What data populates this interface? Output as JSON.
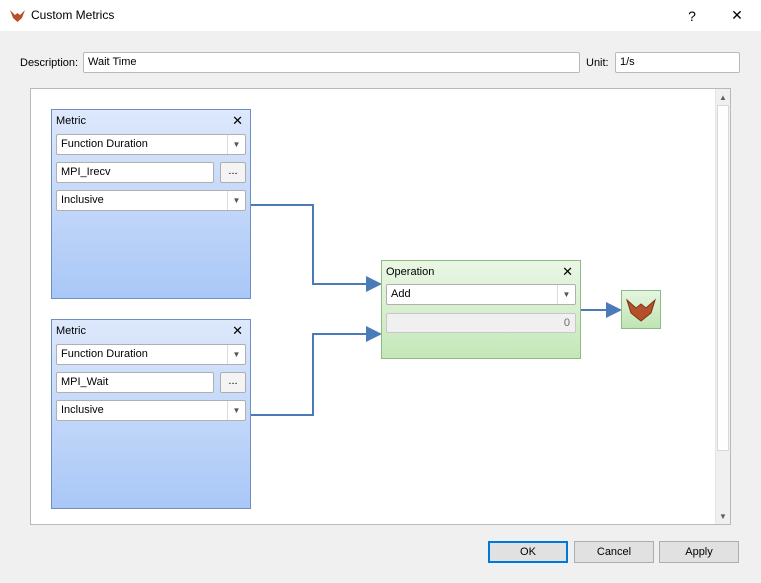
{
  "window": {
    "title": "Custom Metrics",
    "help_glyph": "?",
    "close_glyph": "✕"
  },
  "form": {
    "description_label": "Description:",
    "description_value": "Wait Time",
    "unit_label": "Unit:",
    "unit_value": "1/s"
  },
  "metrics": [
    {
      "title": "Metric",
      "type": "Function Duration",
      "function": "MPI_Irecv",
      "mode": "Inclusive",
      "dots": "..."
    },
    {
      "title": "Metric",
      "type": "Function Duration",
      "function": "MPI_Wait",
      "mode": "Inclusive",
      "dots": "..."
    }
  ],
  "operation": {
    "title": "Operation",
    "op": "Add",
    "value": "0"
  },
  "buttons": {
    "ok": "OK",
    "cancel": "Cancel",
    "apply": "Apply"
  },
  "colors": {
    "wire": "#4a7ab8",
    "metric_box": "#a9c7f7",
    "operation_box": "#c4e8b8",
    "logo": "#b5512a"
  },
  "icons": {
    "app": "bird-logo-icon",
    "close_box": "close-x-icon",
    "dropdown": "chevron-down-icon"
  }
}
